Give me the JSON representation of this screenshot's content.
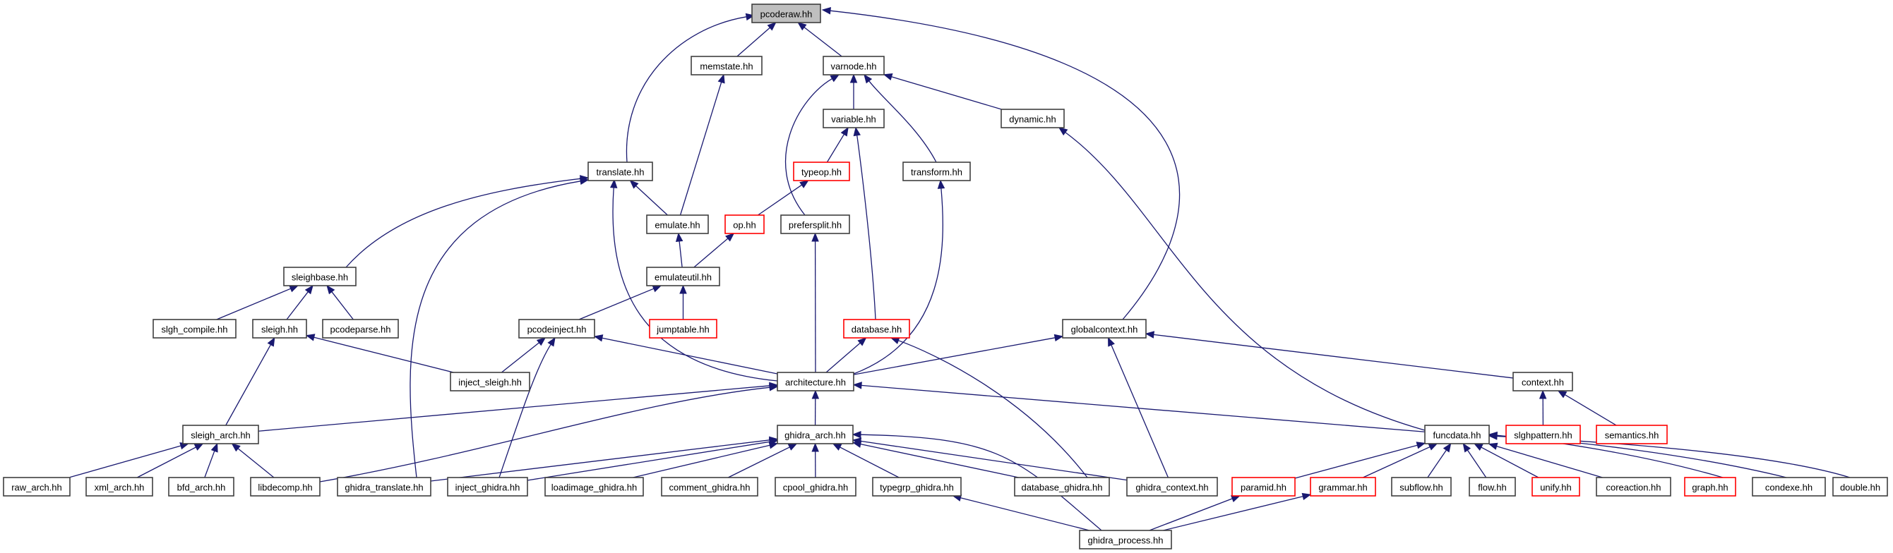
{
  "diagram": {
    "type": "include-dependency-graph",
    "root": "pcoderaw.hh",
    "colors": {
      "edge": "#191970",
      "box_border": "#3f3f3f",
      "incomplete_border": "#ff0000",
      "root_fill": "#bfbfbf"
    },
    "nodes": [
      {
        "id": "pcoderaw",
        "label": "pcoderaw.hh",
        "root": true
      },
      {
        "id": "memstate",
        "label": "memstate.hh"
      },
      {
        "id": "varnode",
        "label": "varnode.hh"
      },
      {
        "id": "variable",
        "label": "variable.hh"
      },
      {
        "id": "dynamic",
        "label": "dynamic.hh"
      },
      {
        "id": "translate",
        "label": "translate.hh"
      },
      {
        "id": "typeop",
        "label": "typeop.hh",
        "red": true
      },
      {
        "id": "transform",
        "label": "transform.hh"
      },
      {
        "id": "emulate",
        "label": "emulate.hh"
      },
      {
        "id": "op",
        "label": "op.hh",
        "red": true
      },
      {
        "id": "prefersplit",
        "label": "prefersplit.hh"
      },
      {
        "id": "sleighbase",
        "label": "sleighbase.hh"
      },
      {
        "id": "emulateutil",
        "label": "emulateutil.hh"
      },
      {
        "id": "slgh_compile",
        "label": "slgh_compile.hh"
      },
      {
        "id": "sleigh",
        "label": "sleigh.hh"
      },
      {
        "id": "pcodeparse",
        "label": "pcodeparse.hh"
      },
      {
        "id": "pcodeinject",
        "label": "pcodeinject.hh"
      },
      {
        "id": "jumptable",
        "label": "jumptable.hh",
        "red": true
      },
      {
        "id": "database",
        "label": "database.hh",
        "red": true
      },
      {
        "id": "globalcontext",
        "label": "globalcontext.hh"
      },
      {
        "id": "inject_sleigh",
        "label": "inject_sleigh.hh"
      },
      {
        "id": "architecture",
        "label": "architecture.hh"
      },
      {
        "id": "context",
        "label": "context.hh"
      },
      {
        "id": "sleigh_arch",
        "label": "sleigh_arch.hh"
      },
      {
        "id": "ghidra_arch",
        "label": "ghidra_arch.hh"
      },
      {
        "id": "funcdata",
        "label": "funcdata.hh"
      },
      {
        "id": "slghpattern",
        "label": "slghpattern.hh",
        "red": true
      },
      {
        "id": "semantics",
        "label": "semantics.hh",
        "red": true
      },
      {
        "id": "raw_arch",
        "label": "raw_arch.hh"
      },
      {
        "id": "xml_arch",
        "label": "xml_arch.hh"
      },
      {
        "id": "bfd_arch",
        "label": "bfd_arch.hh"
      },
      {
        "id": "libdecomp",
        "label": "libdecomp.hh"
      },
      {
        "id": "ghidra_translate",
        "label": "ghidra_translate.hh"
      },
      {
        "id": "inject_ghidra",
        "label": "inject_ghidra.hh"
      },
      {
        "id": "loadimage_ghidra",
        "label": "loadimage_ghidra.hh"
      },
      {
        "id": "comment_ghidra",
        "label": "comment_ghidra.hh"
      },
      {
        "id": "cpool_ghidra",
        "label": "cpool_ghidra.hh"
      },
      {
        "id": "typegrp_ghidra",
        "label": "typegrp_ghidra.hh"
      },
      {
        "id": "database_ghidra",
        "label": "database_ghidra.hh"
      },
      {
        "id": "ghidra_context",
        "label": "ghidra_context.hh"
      },
      {
        "id": "paramid",
        "label": "paramid.hh",
        "red": true
      },
      {
        "id": "grammar",
        "label": "grammar.hh",
        "red": true
      },
      {
        "id": "subflow",
        "label": "subflow.hh"
      },
      {
        "id": "flow",
        "label": "flow.hh"
      },
      {
        "id": "unify",
        "label": "unify.hh",
        "red": true
      },
      {
        "id": "coreaction",
        "label": "coreaction.hh"
      },
      {
        "id": "graph",
        "label": "graph.hh",
        "red": true
      },
      {
        "id": "condexe",
        "label": "condexe.hh"
      },
      {
        "id": "double",
        "label": "double.hh"
      },
      {
        "id": "ghidra_process",
        "label": "ghidra_process.hh"
      }
    ],
    "edges": [
      {
        "from": "memstate",
        "to": "pcoderaw"
      },
      {
        "from": "varnode",
        "to": "pcoderaw"
      },
      {
        "from": "translate",
        "to": "pcoderaw"
      },
      {
        "from": "globalcontext",
        "to": "pcoderaw"
      },
      {
        "from": "variable",
        "to": "varnode"
      },
      {
        "from": "dynamic",
        "to": "varnode"
      },
      {
        "from": "prefersplit",
        "to": "varnode"
      },
      {
        "from": "transform",
        "to": "varnode"
      },
      {
        "from": "typeop",
        "to": "variable"
      },
      {
        "from": "database",
        "to": "variable"
      },
      {
        "from": "op",
        "to": "typeop"
      },
      {
        "from": "emulate",
        "to": "memstate"
      },
      {
        "from": "emulate",
        "to": "translate"
      },
      {
        "from": "sleighbase",
        "to": "translate"
      },
      {
        "from": "ghidra_translate",
        "to": "translate"
      },
      {
        "from": "architecture",
        "to": "translate"
      },
      {
        "from": "emulateutil",
        "to": "emulate"
      },
      {
        "from": "emulateutil",
        "to": "op"
      },
      {
        "from": "pcodeinject",
        "to": "emulateutil"
      },
      {
        "from": "jumptable",
        "to": "emulateutil"
      },
      {
        "from": "slgh_compile",
        "to": "sleighbase"
      },
      {
        "from": "sleigh",
        "to": "sleighbase"
      },
      {
        "from": "pcodeparse",
        "to": "sleighbase"
      },
      {
        "from": "inject_sleigh",
        "to": "sleigh"
      },
      {
        "from": "sleigh_arch",
        "to": "sleigh"
      },
      {
        "from": "inject_sleigh",
        "to": "pcodeinject"
      },
      {
        "from": "inject_ghidra",
        "to": "pcodeinject"
      },
      {
        "from": "architecture",
        "to": "pcodeinject"
      },
      {
        "from": "architecture",
        "to": "prefersplit"
      },
      {
        "from": "architecture",
        "to": "database"
      },
      {
        "from": "architecture",
        "to": "transform"
      },
      {
        "from": "architecture",
        "to": "globalcontext"
      },
      {
        "from": "database_ghidra",
        "to": "database"
      },
      {
        "from": "ghidra_context",
        "to": "globalcontext"
      },
      {
        "from": "context",
        "to": "globalcontext"
      },
      {
        "from": "funcdata",
        "to": "dynamic"
      },
      {
        "from": "funcdata",
        "to": "architecture"
      },
      {
        "from": "sleigh_arch",
        "to": "architecture"
      },
      {
        "from": "libdecomp",
        "to": "architecture"
      },
      {
        "from": "ghidra_arch",
        "to": "architecture"
      },
      {
        "from": "slghpattern",
        "to": "context"
      },
      {
        "from": "semantics",
        "to": "context"
      },
      {
        "from": "raw_arch",
        "to": "sleigh_arch"
      },
      {
        "from": "xml_arch",
        "to": "sleigh_arch"
      },
      {
        "from": "bfd_arch",
        "to": "sleigh_arch"
      },
      {
        "from": "libdecomp",
        "to": "sleigh_arch"
      },
      {
        "from": "ghidra_translate",
        "to": "ghidra_arch"
      },
      {
        "from": "inject_ghidra",
        "to": "ghidra_arch"
      },
      {
        "from": "loadimage_ghidra",
        "to": "ghidra_arch"
      },
      {
        "from": "comment_ghidra",
        "to": "ghidra_arch"
      },
      {
        "from": "cpool_ghidra",
        "to": "ghidra_arch"
      },
      {
        "from": "typegrp_ghidra",
        "to": "ghidra_arch"
      },
      {
        "from": "database_ghidra",
        "to": "ghidra_arch"
      },
      {
        "from": "ghidra_context",
        "to": "ghidra_arch"
      },
      {
        "from": "ghidra_process",
        "to": "ghidra_arch"
      },
      {
        "from": "paramid",
        "to": "funcdata"
      },
      {
        "from": "grammar",
        "to": "funcdata"
      },
      {
        "from": "subflow",
        "to": "funcdata"
      },
      {
        "from": "flow",
        "to": "funcdata"
      },
      {
        "from": "unify",
        "to": "funcdata"
      },
      {
        "from": "coreaction",
        "to": "funcdata"
      },
      {
        "from": "graph",
        "to": "funcdata"
      },
      {
        "from": "condexe",
        "to": "funcdata"
      },
      {
        "from": "double",
        "to": "funcdata"
      },
      {
        "from": "ghidra_process",
        "to": "typegrp_ghidra"
      },
      {
        "from": "ghidra_process",
        "to": "paramid"
      },
      {
        "from": "ghidra_process",
        "to": "grammar"
      }
    ]
  }
}
